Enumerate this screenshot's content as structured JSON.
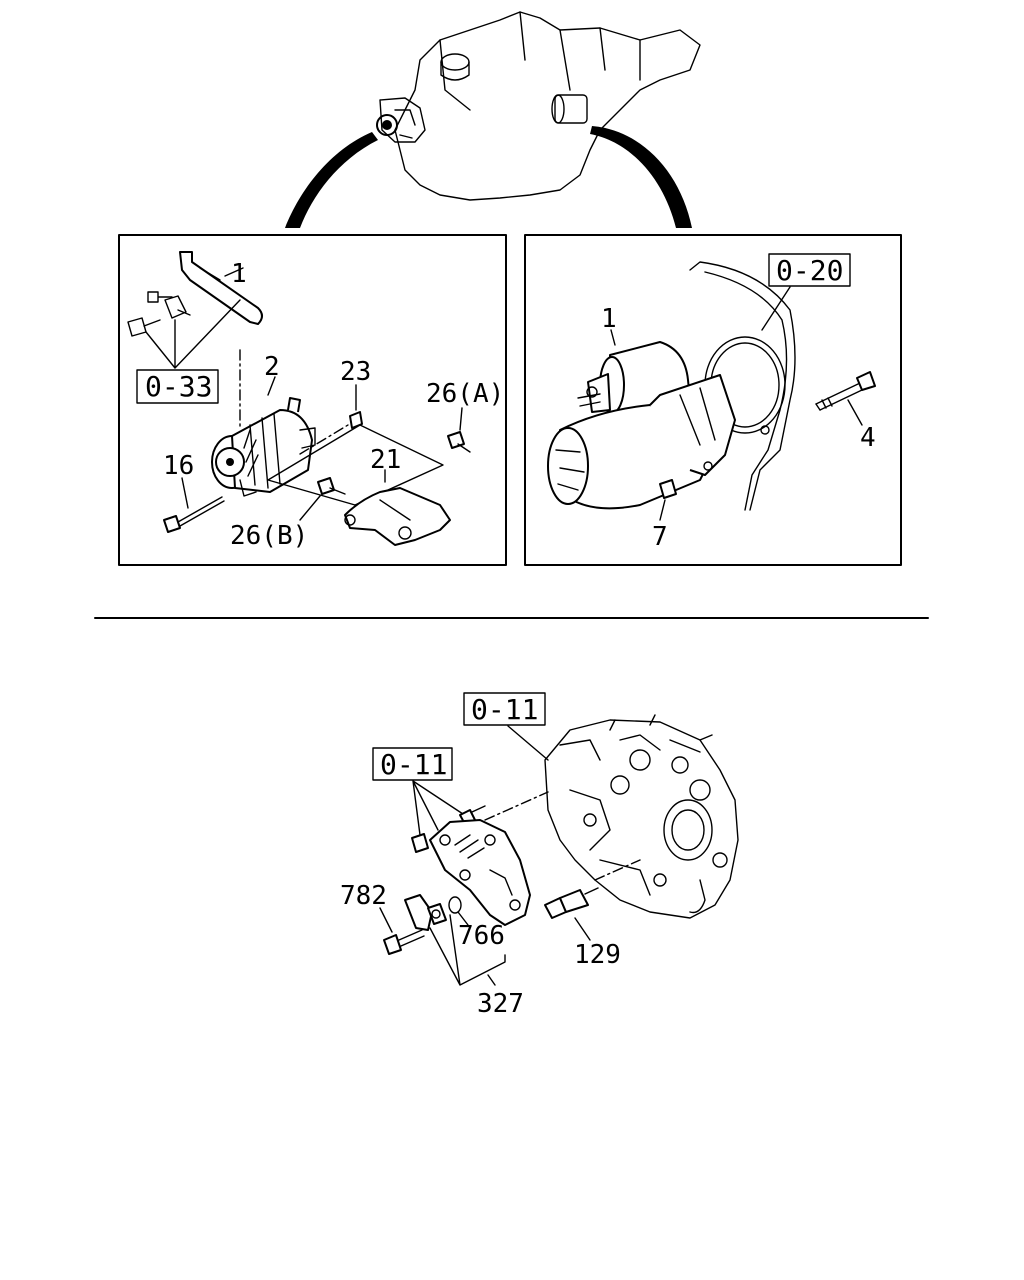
{
  "alternator_panel": {
    "callouts": {
      "bracket": "1",
      "alternator": "2",
      "nut": "23",
      "bolt_a": "26(A)",
      "bolt_b": "26(B)",
      "adjust_bracket": "21",
      "bolt_16": "16"
    },
    "ref_box": "0-33"
  },
  "starter_panel": {
    "callouts": {
      "starter": "1",
      "bolt": "4",
      "nut": "7"
    },
    "ref_box": "0-20"
  },
  "sensor_section": {
    "ref_box_top": "0-11",
    "ref_box_left": "0-11",
    "callouts": {
      "sensor_bolt": "782",
      "o_ring": "766",
      "sensor_assy": "327",
      "switch": "129"
    }
  }
}
